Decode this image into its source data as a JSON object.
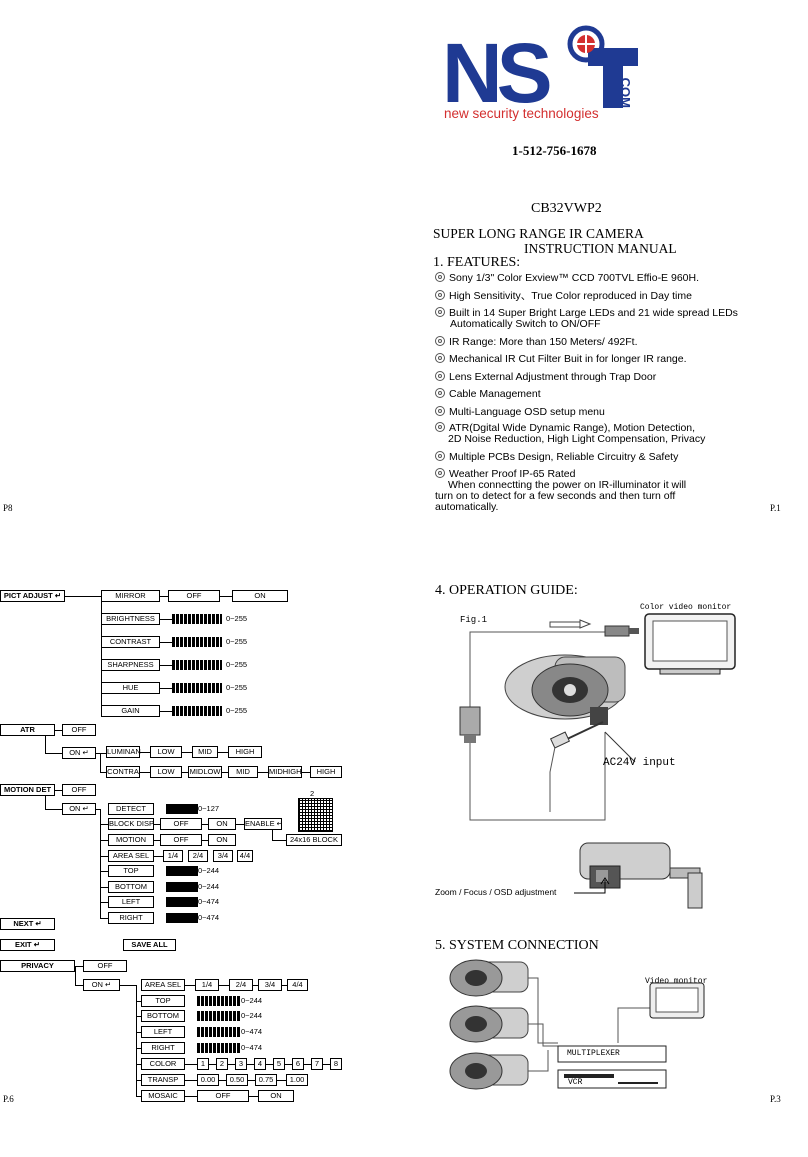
{
  "logo": {
    "mark": "NST",
    "com": ".COM",
    "tagline": "new security technologies"
  },
  "phone": "1-512-756-1678",
  "model": "CB32VWP2",
  "title_line1": "SUPER LONG RANGE IR CAMERA",
  "title_line2": "INSTRUCTION MANUAL",
  "features_heading": "1. FEATURES:",
  "features": [
    "Sony 1/3\" Color Exview™ CCD 700TVL Effio-E 960H.",
    "High Sensitivity、True Color reproduced in Day time",
    "Built in 14 Super Bright Large LEDs and 21 wide spread LEDs",
    "Automatically Switch to ON/OFF",
    "IR Range: More than 150 Meters/ 492Ft.",
    "Mechanical IR Cut Filter Buit in for longer IR range.",
    "Lens External Adjustment through Trap Door",
    "Cable Management",
    "Multi-Language OSD setup menu",
    "ATR(Dgital Wide Dynamic Range), Motion Detection,",
    "2D Noise Reduction, High Light Compensation, Privacy",
    "Multiple PCBs Design, Reliable Circuitry & Safety",
    "Weather Proof IP-65 Rated",
    "When connectting the power on IR-illuminator it will",
    "turn on to detect for a few seconds and then turn off",
    "automatically."
  ],
  "pages": {
    "p8": "P8",
    "p1": "P.1",
    "p6": "P.6",
    "p3": "P.3"
  },
  "operation_heading": "4. OPERATION GUIDE:",
  "fig_label": "Fig.1",
  "monitor_label": "Color video monitor",
  "ac_label": "AC24V input",
  "zoom_label": "Zoom / Focus / OSD adjustment",
  "system_heading": "5. SYSTEM CONNECTION",
  "video_monitor_label": "Video monitor",
  "multiplexer_label": "MULTIPLEXER",
  "vcr_label": "VCR",
  "osd": {
    "pict_adjust": "PICT ADJUST ↵",
    "mirror": "MIRROR",
    "off": "OFF",
    "on": "ON",
    "brightness": "BRIGHTNESS",
    "contrast": "CONTRAST",
    "sharpness": "SHARPNESS",
    "hue": "HUE",
    "gain": "GAIN",
    "range255": "0~255",
    "atr": "ATR",
    "on_enter": "ON ↵",
    "luminan": "LUMINAN",
    "contra": "CONTRA",
    "low": "LOW",
    "mid": "MID",
    "high": "HIGH",
    "midlow": "MIDLOW",
    "midhigh": "MIDHIGH",
    "motion_det": "MOTION DET",
    "detect": "DETECT",
    "range127": "0~127",
    "block_disp": "BLOCK DISP",
    "enable": "ENABLE ↵",
    "grid_top": "2",
    "block": "24x16 BLOCK",
    "motion": "MOTION",
    "area_sel": "AREA SEL",
    "q1": "1/4",
    "q2": "2/4",
    "q3": "3/4",
    "q4": "4/4",
    "top": "TOP",
    "bottom": "BOTTOM",
    "left": "LEFT",
    "right": "RIGHT",
    "range244": "0~244",
    "range474": "0~474",
    "next": "NEXT ↵",
    "exit": "EXIT ↵",
    "save_all": "SAVE ALL",
    "privacy": "PRIVACY",
    "color": "COLOR",
    "colors": [
      "1",
      "2",
      "3",
      "4",
      "5",
      "6",
      "7",
      "8"
    ],
    "transp": "TRANSP",
    "transp_vals": [
      "0.00",
      "0.50",
      "0.75",
      "1.00"
    ],
    "mosaic": "MOSAIC"
  }
}
